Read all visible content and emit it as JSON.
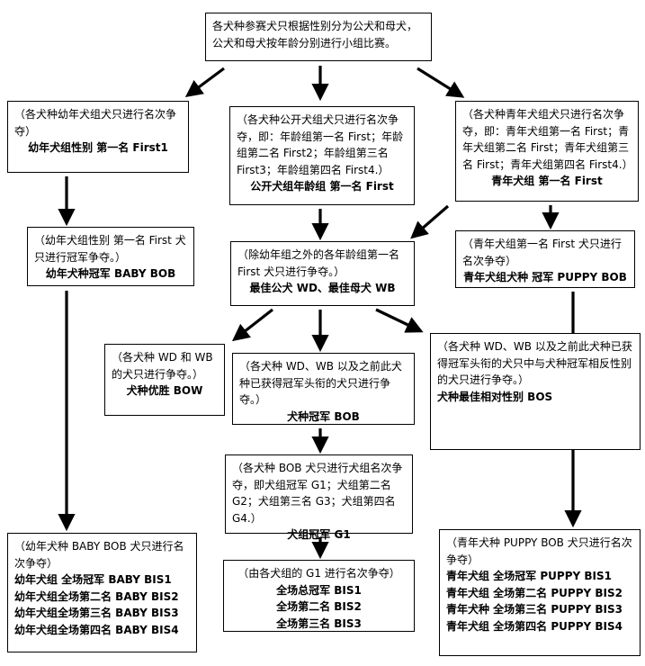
{
  "colors": {
    "background": "#ffffff",
    "box_border": "#000000",
    "arrow": "#000000",
    "text": "#000000"
  },
  "boxes": {
    "gender_split": {
      "segments": [
        "各犬种参赛犬只根据性别分为公犬和母犬，公犬和母犬按年龄分别进行小组比赛。"
      ]
    },
    "baby_group": {
      "segments": [
        "（各犬种幼年犬组犬只进行名次争夺）",
        "幼年犬组性别 第一名 First1"
      ]
    },
    "open_group": {
      "segments": [
        "（各犬种公开犬组犬只进行名次争夺，即：年龄组第一名 First；年龄组第二名 First2；年龄组第三名 First3；年龄组第四名 First4.）",
        "公开犬组年龄组 第一名 First"
      ]
    },
    "puppy_group": {
      "segments": [
        "（各犬种青年犬组犬只进行名次争夺，即：青年犬组第一名 First；青年犬组第二名 First；青年犬组第三名 First；青年犬组第四名 First4.）",
        "青年犬组 第一名 First"
      ]
    },
    "baby_bob": {
      "segments": [
        "（幼年犬组性别 第一名 First 犬只进行冠军争夺。）",
        "幼年犬种冠军 BABY BOB"
      ]
    },
    "wd_wb": {
      "segments": [
        "（除幼年组之外的各年龄组第一名 First 犬只进行争夺。）",
        "最佳公犬 WD、最佳母犬 WB"
      ]
    },
    "puppy_bob": {
      "segments": [
        "（青年犬组第一名 First 犬只进行名次争夺）",
        "青年犬组犬种 冠军 PUPPY BOB"
      ]
    },
    "bow": {
      "segments": [
        "（各犬种 WD 和 WB 的犬只进行争夺。）",
        "犬种优胜 BOW"
      ]
    },
    "bob": {
      "segments": [
        "（各犬种 WD、WB 以及之前此犬种已获得冠军头衔的犬只进行争夺。）",
        "犬种冠军 BOB"
      ]
    },
    "bos": {
      "segments": [
        "（各犬种 WD、WB 以及之前此犬种已获得冠军头衔的犬只中与犬种冠军相反性别的犬只进行争夺。）",
        "犬种最佳相对性别 BOS"
      ]
    },
    "g1": {
      "segments": [
        "（各犬种 BOB 犬只进行犬组名次争夺，即犬组冠军 G1；犬组第二名 G2；犬组第三名 G3；犬组第四名 G4.）",
        "犬组冠军 G1"
      ]
    },
    "baby_bis": {
      "segments": [
        "（幼年犬种 BABY BOB 犬只进行名次争夺）",
        "幼年犬组 全场冠军  BABY BIS1",
        "幼年犬组全场第二名 BABY BIS2",
        "幼年犬组全场第三名 BABY BIS3",
        "幼年犬组全场第四名 BABY BIS4"
      ]
    },
    "bis": {
      "segments": [
        "（由各犬组的 G1 进行名次争夺）",
        "全场总冠军 BIS1",
        "全场第二名 BIS2",
        "全场第三名 BIS3"
      ]
    },
    "puppy_bis": {
      "segments": [
        "（青年犬种 PUPPY BOB 犬只进行名次争夺）",
        "青年犬组  全场冠军 PUPPY BIS1",
        "青年犬组 全场第二名 PUPPY BIS2",
        "青年犬种 全场第三名 PUPPY BIS3",
        "青年犬组 全场第四名 PUPPY BIS4"
      ]
    }
  }
}
